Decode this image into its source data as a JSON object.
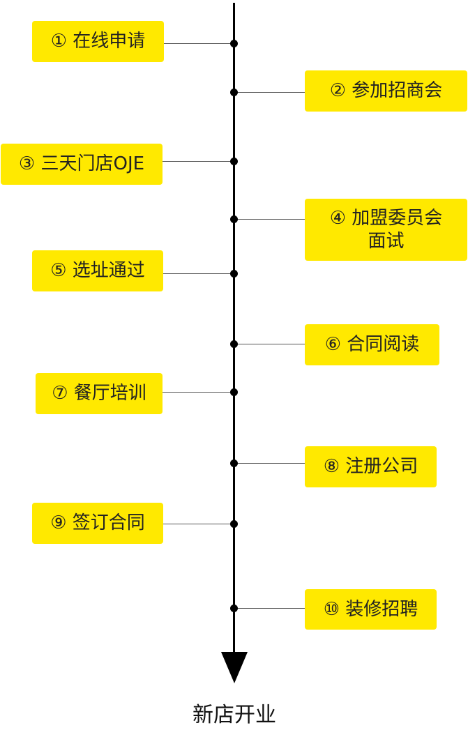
{
  "steps": [
    "① 在线申请",
    "② 参加招商会",
    "③ 三天门店OJE",
    "④ 加盟委员会面试",
    "⑤ 选址通过",
    "⑥ 合同阅读",
    "⑦ 餐厅培训",
    "⑧ 注册公司",
    "⑨ 签订合同",
    "⑩ 装修招聘"
  ],
  "step4_lines": [
    "④ 加盟委员会",
    "面试"
  ],
  "final": "新店开业",
  "colors": {
    "box": "#FFE900",
    "line": "#000000"
  }
}
